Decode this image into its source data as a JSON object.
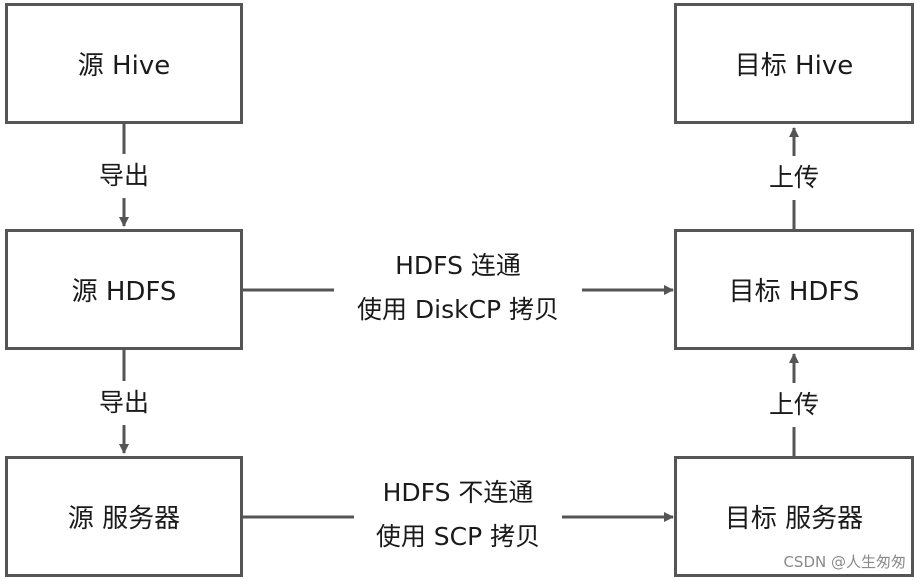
{
  "nodes": {
    "src_hive": "源 Hive",
    "src_hdfs": "源 HDFS",
    "src_server": "源 服务器",
    "dst_hive": "目标 Hive",
    "dst_hdfs": "目标 HDFS",
    "dst_server": "目标 服务器"
  },
  "edges": {
    "export_1": "导出",
    "export_2": "导出",
    "upload_1": "上传",
    "upload_2": "上传",
    "hdfs_connected": [
      "HDFS 连通",
      "使用 DiskCP 拷贝"
    ],
    "hdfs_not_connected": [
      "HDFS 不连通",
      "使用 SCP 拷贝"
    ]
  },
  "watermark": "CSDN @人生匆匆",
  "colors": {
    "stroke": "#555555",
    "text": "#1a1a1a",
    "background": "#ffffff"
  }
}
